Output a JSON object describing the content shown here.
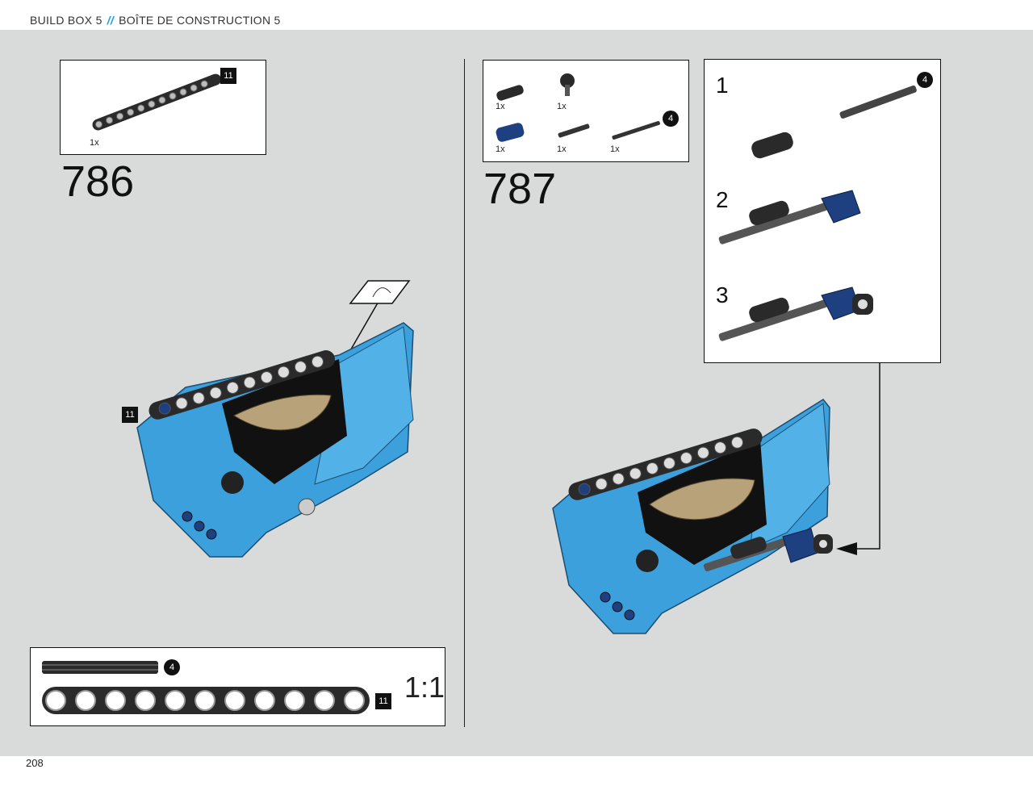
{
  "header": {
    "title_en": "BUILD BOX 5",
    "separator": "//",
    "title_fr": "BOÎTE DE CONSTRUCTION 5"
  },
  "page_number": "208",
  "step_786": {
    "number": "786",
    "parts": [
      {
        "name": "beam",
        "qty": "1x",
        "length_badge": "11"
      }
    ],
    "assembly_badge": "11"
  },
  "step_787": {
    "number": "787",
    "parts": [
      {
        "name": "connector-a",
        "qty": "1x"
      },
      {
        "name": "connector-b",
        "qty": "1x"
      },
      {
        "name": "liftarm",
        "qty": "1x"
      },
      {
        "name": "axle-short",
        "qty": "1x"
      },
      {
        "name": "axle-long",
        "qty": "1x",
        "length_badge": "4"
      }
    ],
    "substeps": [
      {
        "number": "1",
        "badge": "4"
      },
      {
        "number": "2"
      },
      {
        "number": "3"
      }
    ]
  },
  "scale_ref": {
    "axle_badge": "4",
    "beam_badge": "11",
    "label": "1:1"
  },
  "colors": {
    "blue": "#3ca0dc",
    "dark_blue": "#1e3f80",
    "tan": "#b8a27a",
    "accent": "#1e9fd8"
  }
}
